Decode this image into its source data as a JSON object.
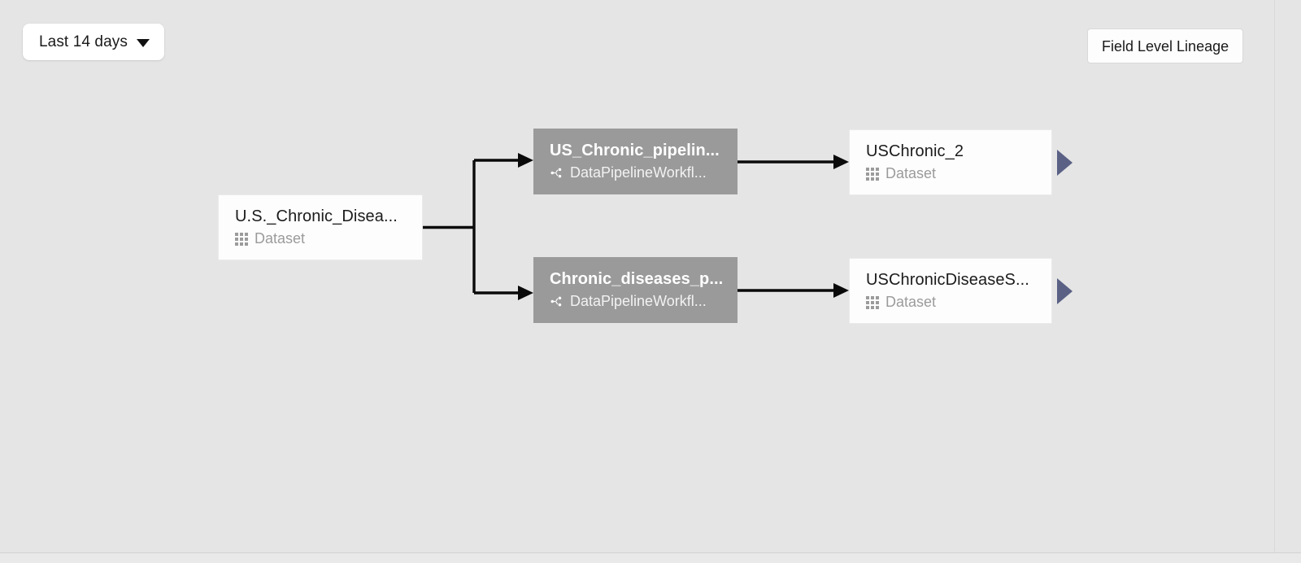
{
  "toolbar": {
    "time_range": {
      "label": "Last 14 days",
      "caret_icon": "chevron-down-icon"
    },
    "field_level_lineage": {
      "label": "Field Level Lineage"
    }
  },
  "graph": {
    "background_color": "#e5e5e5",
    "dataset_node_color": "#fdfdfd",
    "workflow_node_color": "#9a9a9a",
    "expand_arrow_color": "#5a6185",
    "edge_color": "#0a0a0a",
    "nodes": [
      {
        "id": "source-dataset",
        "title": "U.S._Chronic_Disea...",
        "subtitle": "Dataset",
        "type_icon": "dataset-grid-icon",
        "kind": "dataset"
      },
      {
        "id": "pipeline-top",
        "title": "US_Chronic_pipelin...",
        "subtitle": "DataPipelineWorkfl...",
        "type_icon": "workflow-graph-icon",
        "kind": "workflow"
      },
      {
        "id": "pipeline-bottom",
        "title": "Chronic_diseases_p...",
        "subtitle": "DataPipelineWorkfl...",
        "type_icon": "workflow-graph-icon",
        "kind": "workflow"
      },
      {
        "id": "target-top",
        "title": "USChronic_2",
        "subtitle": "Dataset",
        "type_icon": "dataset-grid-icon",
        "kind": "dataset"
      },
      {
        "id": "target-bottom",
        "title": "USChronicDiseaseS...",
        "subtitle": "Dataset",
        "type_icon": "dataset-grid-icon",
        "kind": "dataset"
      }
    ],
    "expand_arrows": [
      {
        "id": "expand-target-top",
        "label": "expand-downstream"
      },
      {
        "id": "expand-target-bottom",
        "label": "expand-downstream"
      }
    ]
  }
}
